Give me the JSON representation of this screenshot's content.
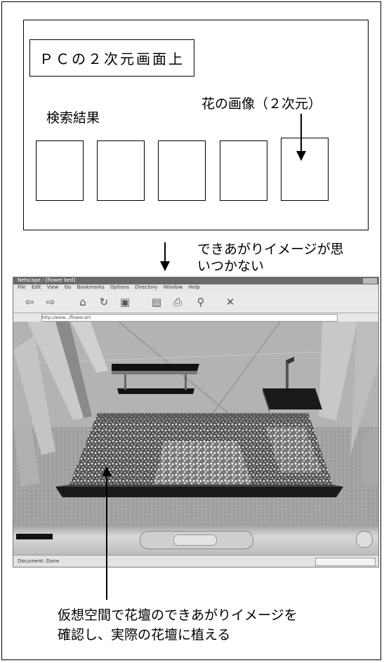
{
  "pc_screen": {
    "title": "ＰＣの２次元画面上",
    "search_results_label": "検索結果",
    "flower_image_label": "花の画像（２次元）",
    "thumbnail_count": 5
  },
  "problem_note": {
    "line1": "できあがりイメージが思",
    "line2": "いつかない"
  },
  "browser": {
    "window_title": "Netscape - [flower bed]",
    "menu": [
      "File",
      "Edit",
      "View",
      "Go",
      "Bookmarks",
      "Options",
      "Directory",
      "Window",
      "Help"
    ],
    "toolbar_icons": [
      "back-icon",
      "forward-icon",
      "home-icon",
      "reload-icon",
      "images-icon",
      "open-icon",
      "print-icon",
      "find-icon",
      "stop-icon"
    ],
    "location": "http://www.../flower.wrl",
    "status": "Document: Done"
  },
  "caption": {
    "line1": "仮想空間で花壇のできあがりイメージを",
    "line2": "確認し、実際の花壇に植える"
  },
  "colors": {
    "line": "#000000",
    "scene_floor": "#9a9a9a",
    "flower_bed_edge": "#1a1a1a"
  }
}
